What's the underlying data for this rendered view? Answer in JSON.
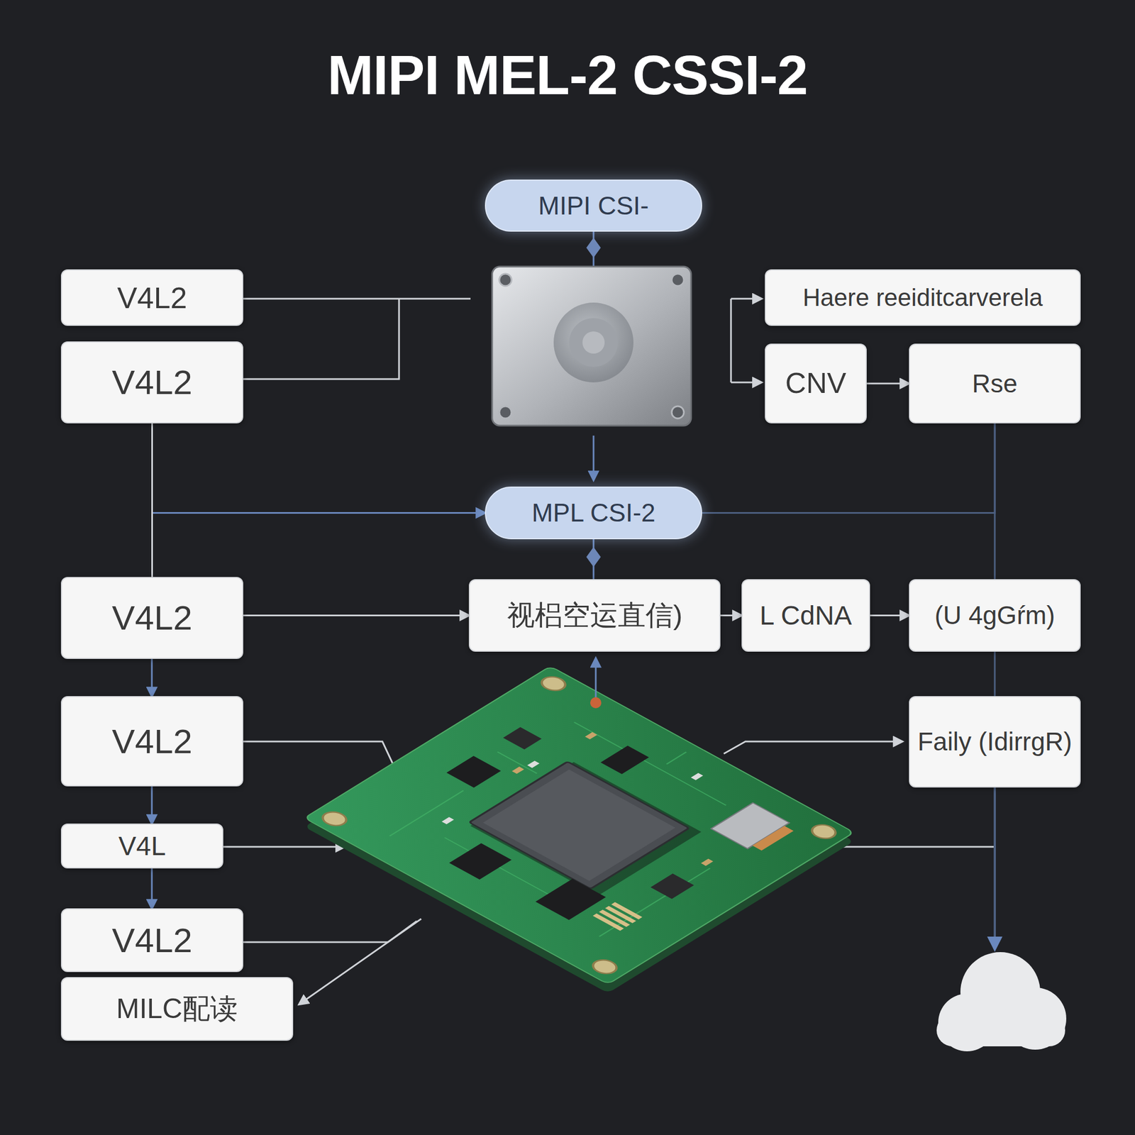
{
  "diagram": {
    "title": "MIPI MEL-2 CSSI-2",
    "nodes": [
      {
        "text": [
          "MIPI CSI-"
        ]
      },
      {
        "text": [
          "V4L2"
        ]
      },
      {
        "text": [
          "Haere reeiditcarverela"
        ]
      },
      {
        "text": [
          "V4L2"
        ]
      },
      {
        "text": [
          "CNV"
        ]
      },
      {
        "text": [
          "Rse"
        ]
      },
      {
        "text": [
          "MPL CSI-2"
        ]
      },
      {
        "text": [
          "V4L2"
        ]
      },
      {
        "text": [
          "视梠空运直信)"
        ]
      },
      {
        "text": [
          "L CdNA"
        ]
      },
      {
        "text": [
          "(U 4gGŕm)"
        ]
      },
      {
        "text": [
          "V4L2"
        ]
      },
      {
        "text": [
          "Faily (IdirrgR)"
        ]
      },
      {
        "text": [
          "V4L"
        ]
      },
      {
        "text": [
          "V4L2"
        ]
      },
      {
        "text": [
          "MILC配读"
        ]
      }
    ],
    "edges": [
      {
        "from": 4,
        "to": 5,
        "arrow": "to"
      },
      {
        "from": 3,
        "to": 6,
        "arrow": "to"
      },
      {
        "from": 3,
        "to": 7,
        "arrow": "none"
      },
      {
        "from": 6,
        "to": 5,
        "arrow": "none"
      },
      {
        "from": 5,
        "to": 10,
        "arrow": "none"
      },
      {
        "from": 6,
        "to": 8,
        "arrow": "none"
      },
      {
        "from": 7,
        "to": 8,
        "arrow": "to"
      },
      {
        "from": 8,
        "to": 9,
        "arrow": "to"
      },
      {
        "from": 9,
        "to": 10,
        "arrow": "to"
      },
      {
        "from": 10,
        "to": 12,
        "arrow": "none"
      },
      {
        "from": 7,
        "to": 11,
        "arrow": "to"
      },
      {
        "from": 11,
        "to": 13,
        "arrow": "to"
      },
      {
        "from": 13,
        "to": 14,
        "arrow": "to"
      }
    ]
  }
}
